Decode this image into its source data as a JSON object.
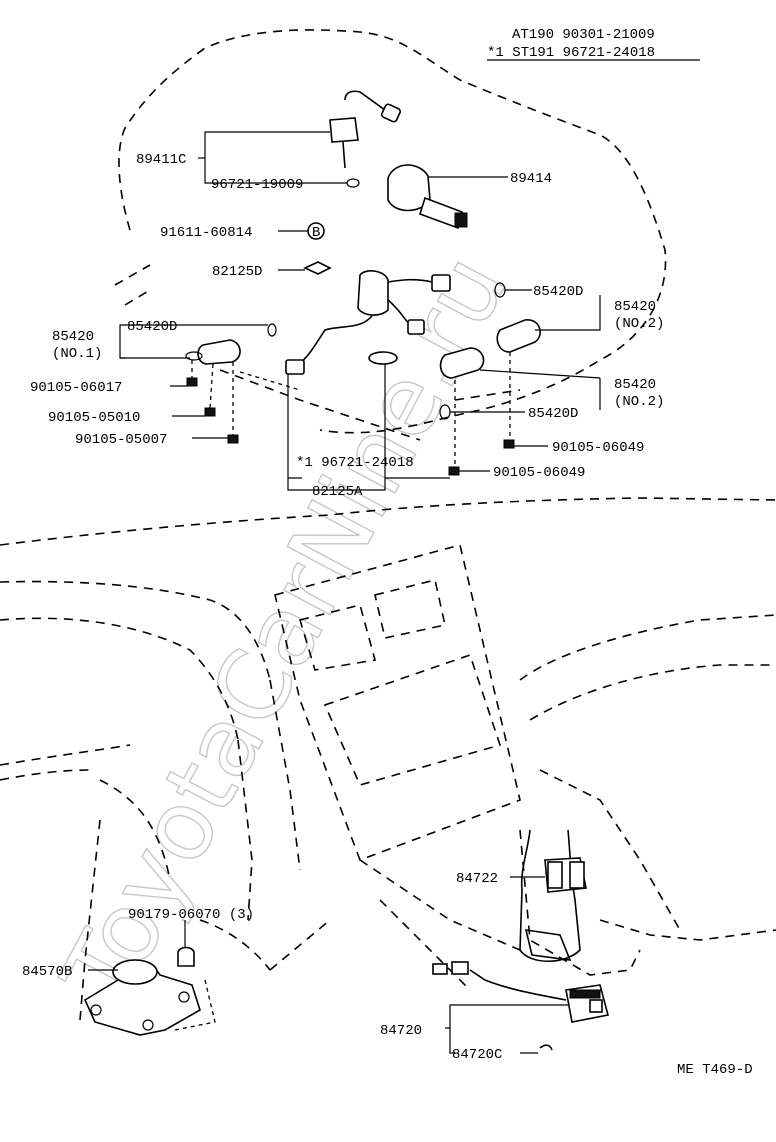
{
  "header": {
    "line1": "AT190  90301-21009",
    "line2": "*1 ST191  96721-24018"
  },
  "labels": {
    "p89411C": "89411C",
    "p96721_19009": "96721-19009",
    "p89414": "89414",
    "p91611_60814": "91611-60814",
    "bolt_mark": "B",
    "p82125D": "82125D",
    "p85420_no1": "85420",
    "p85420_no1_sub": "(NO.1)",
    "p85420D_left": "85420D",
    "p90105_06017": "90105-06017",
    "p90105_05010": "90105-05010",
    "p90105_05007": "90105-05007",
    "p85420D_top": "85420D",
    "p85420_no2a": "85420",
    "p85420_no2a_sub": "(NO.2)",
    "p85420_no2b": "85420",
    "p85420_no2b_sub": "(NO.2)",
    "p85420D_mid": "85420D",
    "p90105_06049_a": "90105-06049",
    "p90105_06049_b": "90105-06049",
    "p96721_24018": "*1  96721-24018",
    "p82125A": "82125A",
    "p84722": "84722",
    "p90179_06070": "90179-06070 (3)",
    "p84570B": "84570B",
    "p84720": "84720",
    "p84720C": "84720C"
  },
  "footer": {
    "code": "ME T469-D"
  },
  "watermark": "ToyotaCarNine.ru"
}
